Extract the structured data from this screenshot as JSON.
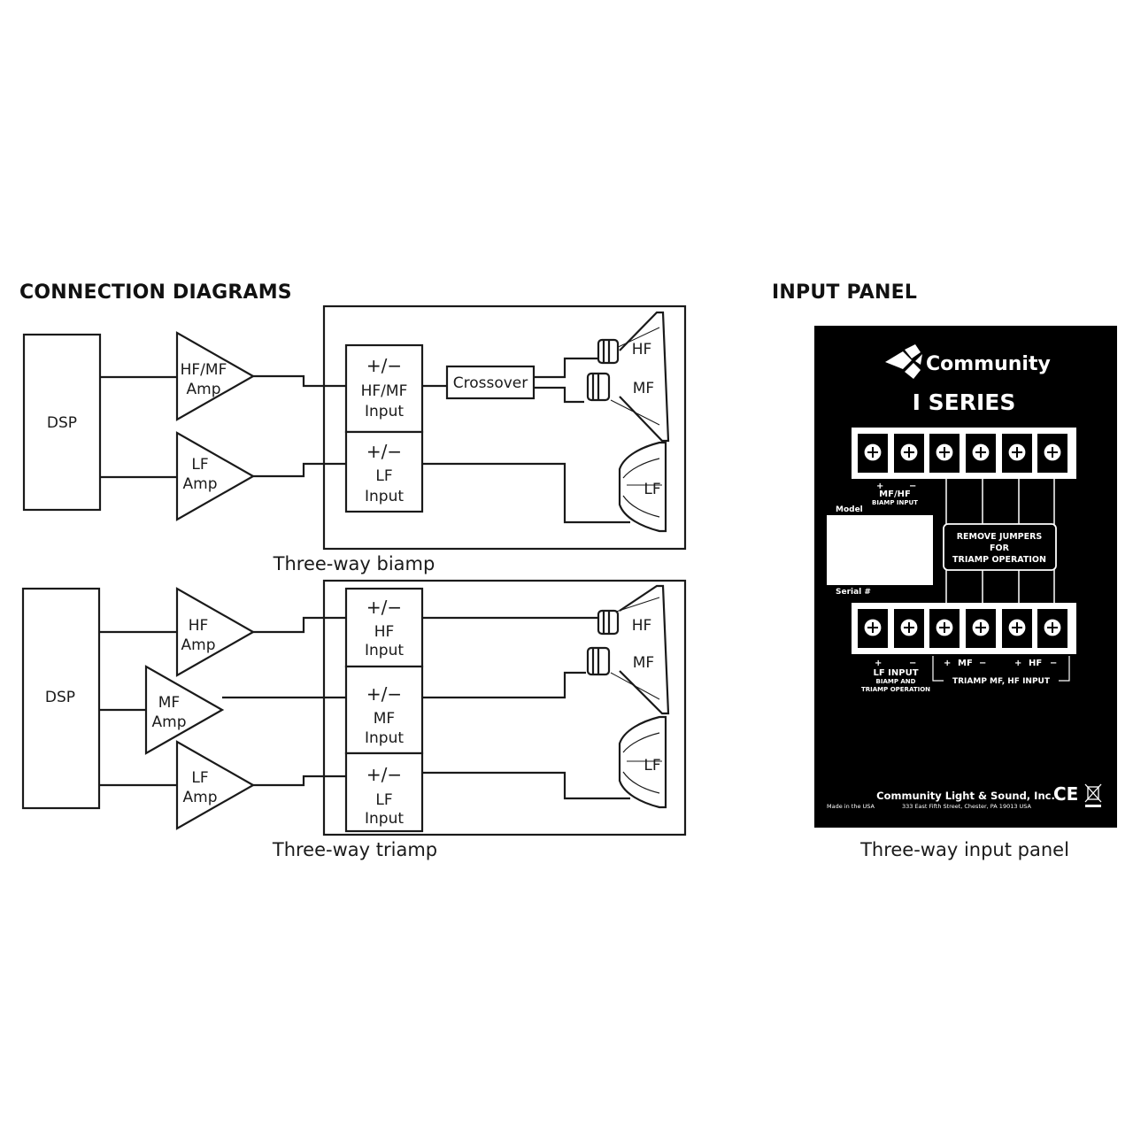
{
  "headings": {
    "connection": "CONNECTION DIAGRAMS",
    "panel": "INPUT PANEL"
  },
  "biamp": {
    "caption": "Three-way biamp",
    "dsp": "DSP",
    "amp_hfmf": [
      "HF/MF",
      "Amp"
    ],
    "amp_lf": [
      "LF",
      "Amp"
    ],
    "input_hfmf": [
      "+/−",
      "HF/MF",
      "Input"
    ],
    "input_lf": [
      "+/−",
      "LF",
      "Input"
    ],
    "crossover": "Crossover",
    "drivers": [
      "HF",
      "MF",
      "LF"
    ]
  },
  "triamp": {
    "caption": "Three-way triamp",
    "dsp": "DSP",
    "amp_hf": [
      "HF",
      "Amp"
    ],
    "amp_mf": [
      "MF",
      "Amp"
    ],
    "amp_lf": [
      "LF",
      "Amp"
    ],
    "input_hf": [
      "+/−",
      "HF",
      "Input"
    ],
    "input_mf": [
      "+/−",
      "MF",
      "Input"
    ],
    "input_lf": [
      "+/−",
      "LF",
      "Input"
    ],
    "drivers": [
      "HF",
      "MF",
      "LF"
    ]
  },
  "panel": {
    "caption": "Three-way input panel",
    "brand": "Community",
    "series": "I SERIES",
    "mfhf_label": "MF/HF",
    "mfhf_sub": "BIAMP INPUT",
    "model_label": "Model",
    "serial_label": "Serial #",
    "remove_jumpers": [
      "REMOVE JUMPERS",
      "FOR",
      "TRIAMP OPERATION"
    ],
    "lf_input": "LF INPUT",
    "lf_sub": [
      "BIAMP AND",
      "TRIAMP OPERATION"
    ],
    "mf_label": "MF",
    "hf_label": "HF",
    "triamp_label": "TRIAMP MF, HF INPUT",
    "plus": "+",
    "minus": "−",
    "company": "Community Light & Sound, Inc.",
    "address": "333 East Fifth Street, Chester, PA 19013  USA",
    "made_in": "Made in the USA",
    "ce_mark": "CE"
  }
}
